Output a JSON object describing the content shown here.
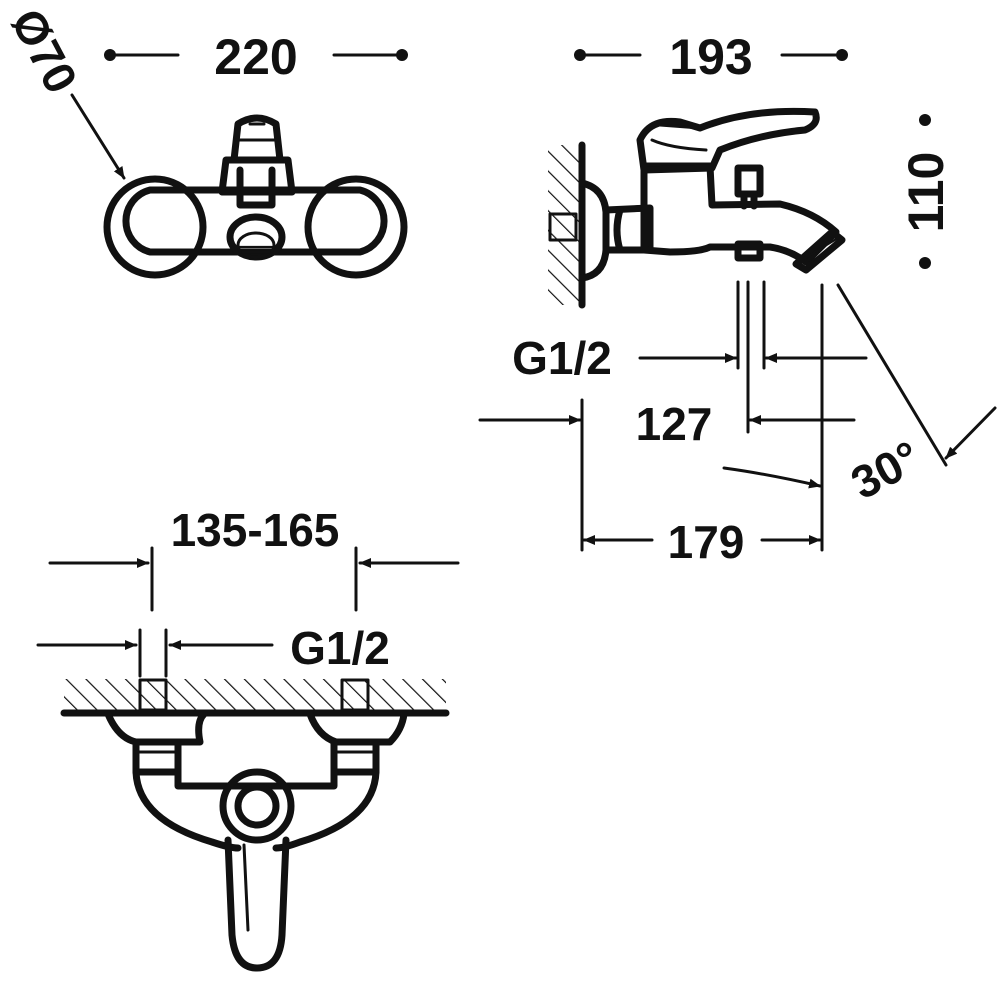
{
  "diagram": {
    "labels": {
      "diameter": "Ø70",
      "width_front": "220",
      "width_side": "193",
      "height": "110",
      "inlet_thread_side": "G1/2",
      "depth_127": "127",
      "angle": "30°",
      "depth_179": "179",
      "center_distance": "135-165",
      "inlet_thread_top": "G1/2"
    }
  }
}
